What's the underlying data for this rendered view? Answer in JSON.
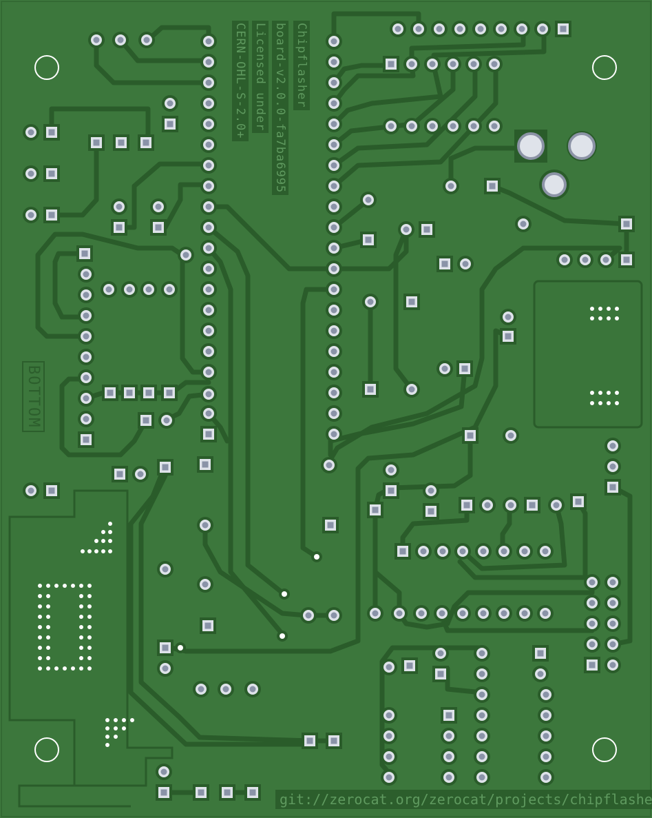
{
  "board": {
    "labels": {
      "title": "Chipflasher",
      "version": "board-v2.0.0-fa7ba6995",
      "licensed": "Licensed under",
      "license": "CERN-OHL-S-2.0+",
      "side": "BOTTOM",
      "url": "git://zerocat.org/zerocat/projects/chipflasher"
    },
    "colors": {
      "substrate": "#3f7a3f",
      "copper": "#367036",
      "trace_edge": "#2a5c2a",
      "pad_ring": "#c8cdd8",
      "label_bg": "#2c5e2c",
      "label_text": "#5f9a5f"
    }
  }
}
